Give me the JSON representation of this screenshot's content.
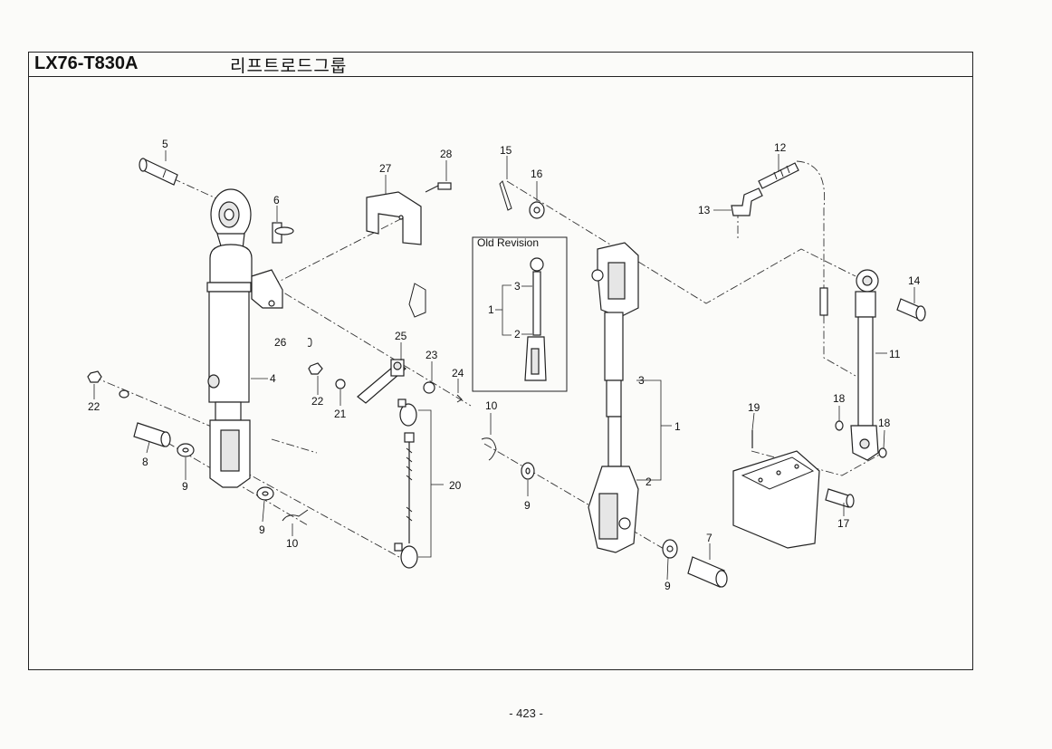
{
  "header": {
    "model": "LX76-T830A",
    "group_title": "리프트로드그룹"
  },
  "inset": {
    "label": "Old Revision"
  },
  "callouts": {
    "c1": "1",
    "c2": "2",
    "c3": "3",
    "c4": "4",
    "c5": "5",
    "c6": "6",
    "c7": "7",
    "c8": "8",
    "c9": "9",
    "c10": "10",
    "c11": "11",
    "c12": "12",
    "c13": "13",
    "c14": "14",
    "c15": "15",
    "c16": "16",
    "c17": "17",
    "c18": "18",
    "c19": "19",
    "c20": "20",
    "c21": "21",
    "c22": "22",
    "c23": "23",
    "c24": "24",
    "c25": "25",
    "c26": "26",
    "c27": "27",
    "c28": "28",
    "inset_1": "1",
    "inset_2": "2",
    "inset_3": "3"
  },
  "footer": {
    "page_number": "- 423 -"
  }
}
